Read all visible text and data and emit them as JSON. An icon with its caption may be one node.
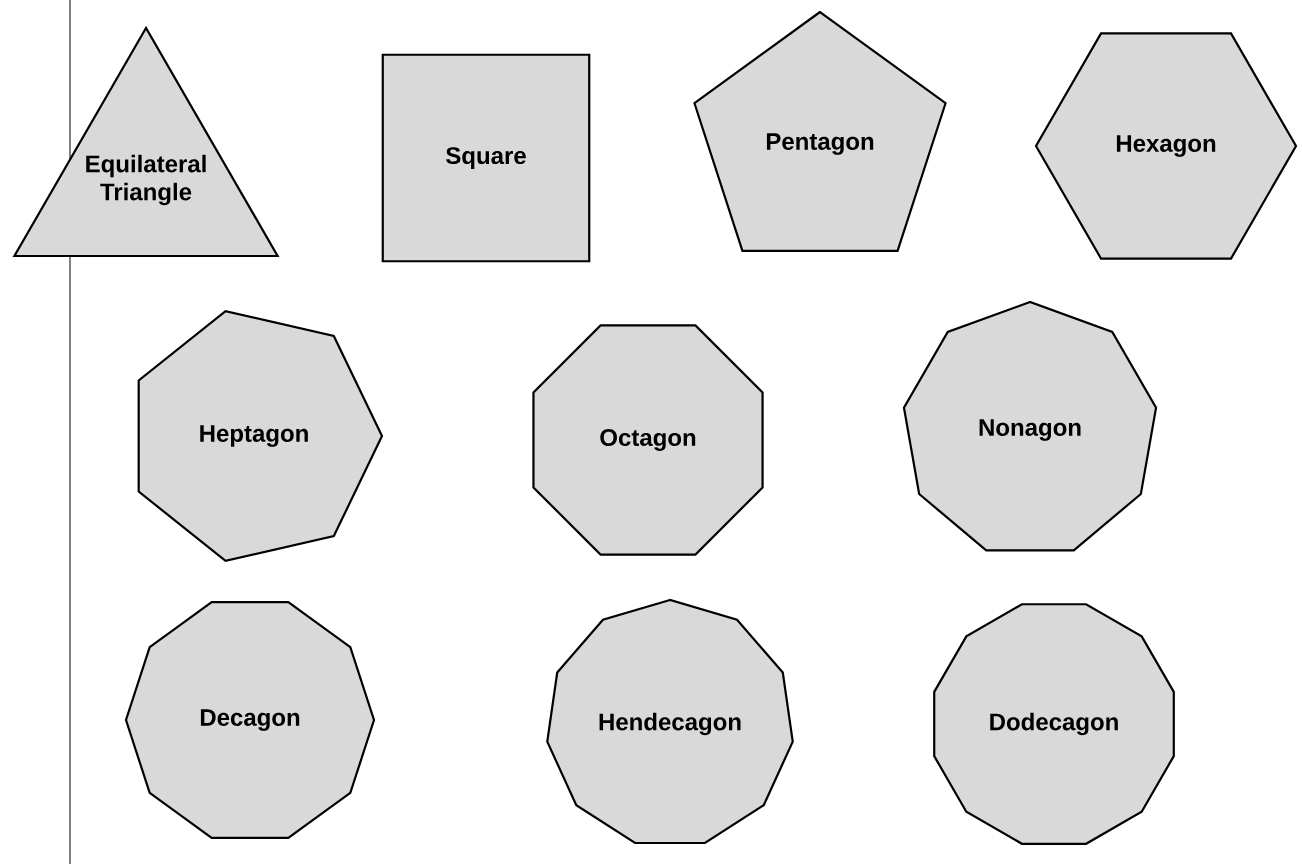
{
  "diagram": {
    "nodes": [
      {
        "text": [
          "Equilateral Triangle"
        ]
      },
      {
        "text": [
          "Square"
        ]
      },
      {
        "text": [
          "Pentagon"
        ]
      },
      {
        "text": [
          "Hexagon"
        ]
      },
      {
        "text": [
          "Heptagon"
        ]
      },
      {
        "text": [
          "Octagon"
        ]
      },
      {
        "text": [
          "Nonagon"
        ]
      },
      {
        "text": [
          "Decagon"
        ]
      },
      {
        "text": [
          "Hendecagon"
        ]
      },
      {
        "text": [
          "Dodecagon"
        ]
      }
    ]
  }
}
